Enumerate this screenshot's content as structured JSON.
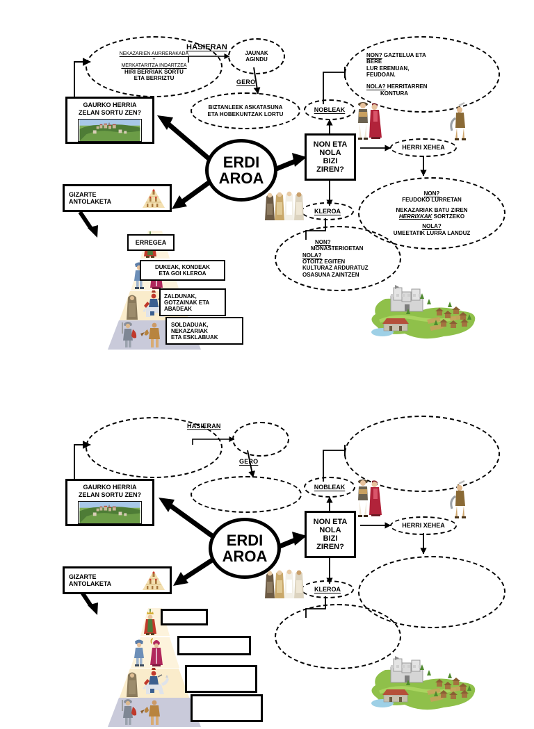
{
  "page": {
    "title": "ERDI AROA kontzeptu-mapa",
    "language": "eu"
  },
  "colors": {
    "ink": "#000000",
    "paper": "#ffffff",
    "pyramid_upper": "#fdf3dc",
    "pyramid_middle": "#faeccb",
    "pyramid_base": "#c9cada",
    "grass": "#8cc63f",
    "castle": "#d9d9d9"
  },
  "filled_map": {
    "center_node": {
      "line1": "ERDI",
      "line2": "AROA"
    },
    "left_top_bubble": {
      "line1": "NEKAZARIEN AURRERAKADA",
      "line2": "+",
      "line3": "MERKATARITZA INDARTZEA",
      "line4": "HIRI BERRIAK SORTU",
      "line5": "ETA BERRIZTU"
    },
    "connector_hasieran": "HASIERAN",
    "connector_gero": "GERO",
    "jaunak_bubble": {
      "line1": "JAUNAK",
      "line2": "AGINDU"
    },
    "biztanleek_bubble": {
      "line1": "BIZTANLEEK ASKATASUNA",
      "line2": "ETA HOBEKUNTZAK LORTU"
    },
    "gaurko_herria_box": {
      "line1": "GAURKO HERRIA",
      "line2": "ZELAN SORTU ZEN?",
      "image": "hilltop-town-photo"
    },
    "gizarte_box": {
      "line1": "GIZARTE",
      "line2": "ANTOLAKETA",
      "image": "social-pyramid-thumbnail"
    },
    "non_eta_nola_box": {
      "line1": "NON ETA",
      "line2": "NOLA",
      "line3": "BIZI",
      "line4": "ZIREN?"
    },
    "nobleak_label": "NOBLEAK",
    "herri_xehea_label": "HERRI XEHEA",
    "kleroa_label": "KLEROA",
    "nobleak_bubble": {
      "q1_key": "NON?",
      "q1_rest": " GAZTELUA ETA",
      "q1_line2": "BERE",
      "q1_line3": "LUR EREMUAN,",
      "q1_line4": "FEUDOAN.",
      "q2_key": "NOLA?",
      "q2_rest": " HERRITARREN",
      "q2_line2": "KONTURA"
    },
    "herri_xehea_bubble": {
      "q1_key": "NON?",
      "q1_line2": "FEUDOKO LURRETAN",
      "mid_line1": "NEKAZARIAK BATU ZIREN",
      "mid_em": "HERRIXKAK",
      "mid_rest": " SORTZEKO",
      "q2_key": "NOLA?",
      "q2_line2": "UMEETATIK LURRA LANDUZ"
    },
    "kleroa_bubble": {
      "q1_key": "NON?",
      "q1_line2": "MONASTERIOETAN",
      "q2_key": "NOLA?",
      "q2_line2": "OTOITZ EGITEN",
      "q2_line3": "KULTURAZ ARDURATUZ",
      "q2_line4": "OSASUNA ZAINTZEN"
    },
    "pyramid": {
      "tiers": [
        {
          "rank": 1,
          "label": "ERREGEA",
          "figures": "king-figure"
        },
        {
          "rank": 2,
          "label": "DUKEAK, KONDEAK ETA GOI KLEROA",
          "label_line1": "DUKEAK, KONDEAK",
          "label_line2": "ETA GOI KLEROA",
          "figures": "duke-and-bishop-figures"
        },
        {
          "rank": 3,
          "label": "ZALDUNAK, GOTZAINAK ETA ABADEAK",
          "label_line1": "ZALDUNAK,",
          "label_line2": "GOTZAINAK ETA",
          "label_line3": "ABADEAK",
          "figures": "monk-and-knight-figures"
        },
        {
          "rank": 4,
          "label": "SOLDADUAK, NEKAZARIAK ETA ESKLABUAK",
          "label_line1": "SOLDADUAK,",
          "label_line2": "NEKAZARIAK",
          "label_line3": "ETA  ESKLABUAK",
          "figures": "soldier-and-peasant-figures"
        }
      ]
    },
    "illustrations": {
      "nobles": "noble-couple-illustration",
      "peasant": "peasant-with-scythe-illustration",
      "clergy": "four-monks-illustration",
      "feudal_estate": "castle-and-village-illustration",
      "hilltop_town": "hilltop-town-photo",
      "pyramid_icon": "social-pyramid-thumbnail"
    }
  },
  "blank_map": {
    "center_node": {
      "line1": "ERDI",
      "line2": "AROA"
    },
    "connector_hasieran": "HASIERAN",
    "connector_gero": "GERO",
    "gaurko_herria_box": {
      "line1": "GAURKO HERRIA",
      "line2": "ZELAN SORTU ZEN?",
      "image": "hilltop-town-photo"
    },
    "gizarte_box": {
      "line1": "GIZARTE",
      "line2": "ANTOLAKETA",
      "image": "social-pyramid-thumbnail"
    },
    "non_eta_nola_box": {
      "line1": "NON ETA",
      "line2": "NOLA",
      "line3": "BIZI",
      "line4": "ZIREN?"
    },
    "nobleak_label": "NOBLEAK",
    "herri_xehea_label": "HERRI XEHEA",
    "kleroa_label": "KLEROA",
    "empty_bubbles": [
      "",
      "",
      "",
      "",
      "",
      ""
    ],
    "empty_answer_boxes": [
      "",
      "",
      "",
      ""
    ]
  }
}
